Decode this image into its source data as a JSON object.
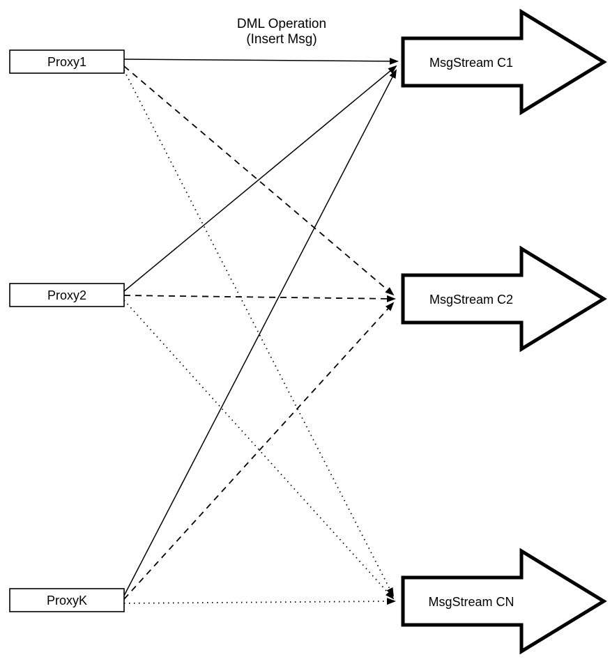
{
  "annotation": {
    "line1": "DML Operation",
    "line2": "(Insert Msg)"
  },
  "proxies": [
    {
      "id": "proxy1",
      "label": "Proxy1"
    },
    {
      "id": "proxy2",
      "label": "Proxy2"
    },
    {
      "id": "proxyk",
      "label": "ProxyK"
    }
  ],
  "streams": [
    {
      "id": "c1",
      "label": "MsgStream C1"
    },
    {
      "id": "c2",
      "label": "MsgStream C2"
    },
    {
      "id": "cn",
      "label": "MsgStream CN"
    }
  ],
  "edges": [
    {
      "from": "Proxy1",
      "to": "MsgStream C1",
      "style": "solid"
    },
    {
      "from": "Proxy1",
      "to": "MsgStream C2",
      "style": "dashed"
    },
    {
      "from": "Proxy1",
      "to": "MsgStream CN",
      "style": "dotted"
    },
    {
      "from": "Proxy2",
      "to": "MsgStream C1",
      "style": "solid"
    },
    {
      "from": "Proxy2",
      "to": "MsgStream C2",
      "style": "dashed"
    },
    {
      "from": "Proxy2",
      "to": "MsgStream CN",
      "style": "dotted"
    },
    {
      "from": "ProxyK",
      "to": "MsgStream C1",
      "style": "solid"
    },
    {
      "from": "ProxyK",
      "to": "MsgStream C2",
      "style": "dashed"
    },
    {
      "from": "ProxyK",
      "to": "MsgStream CN",
      "style": "dotted"
    }
  ],
  "colors": {
    "stroke": "#000000",
    "fill": "#ffffff"
  }
}
